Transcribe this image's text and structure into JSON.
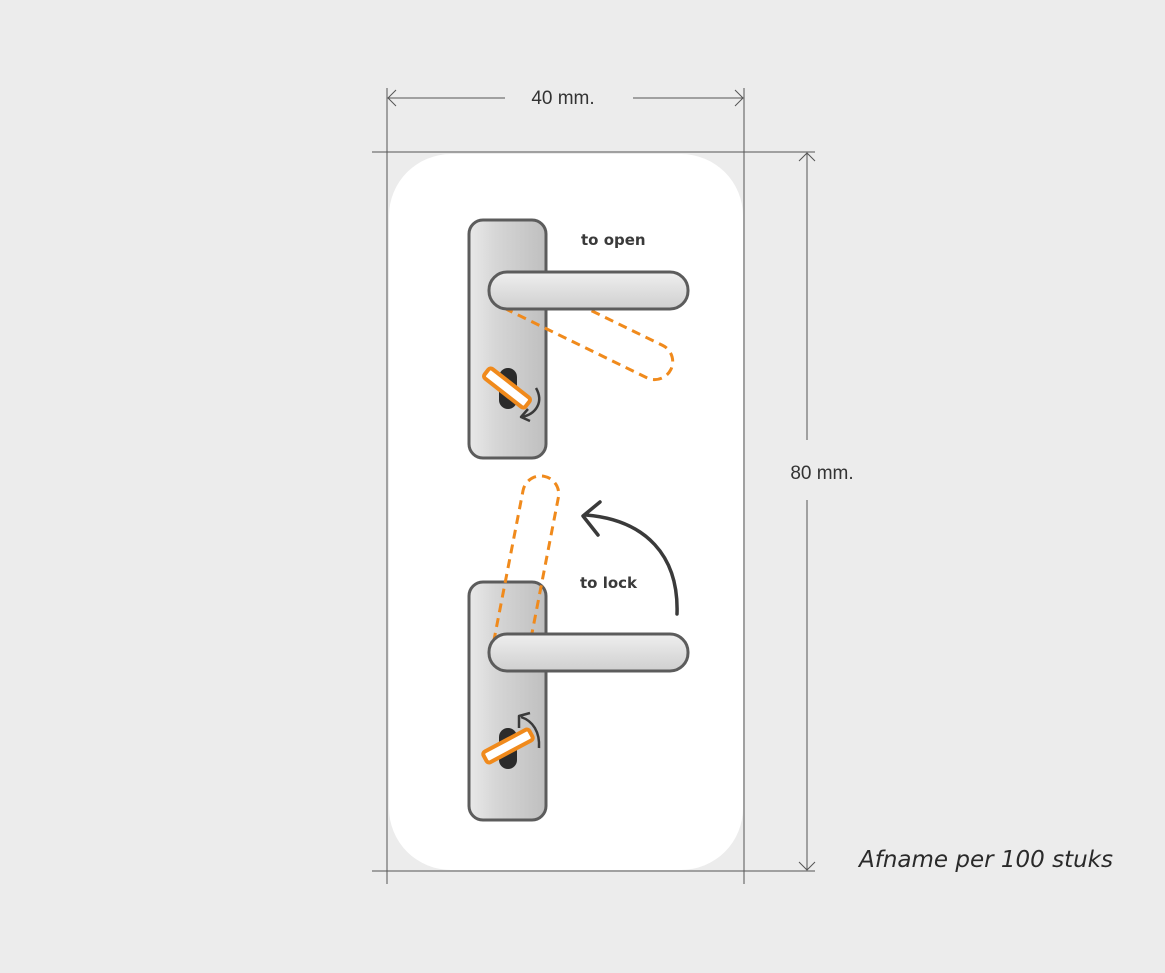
{
  "dimensions": {
    "width_label": "40 mm.",
    "height_label": "80 mm."
  },
  "instructions": {
    "open_label": "to open",
    "lock_label": "to lock"
  },
  "footer_note": "Afname per 100 stuks",
  "colors": {
    "background": "#ececec",
    "card": "#ffffff",
    "accent": "#f08a1c",
    "handle_stroke": "#5c5c5c",
    "arrow": "#3a3a3a"
  }
}
